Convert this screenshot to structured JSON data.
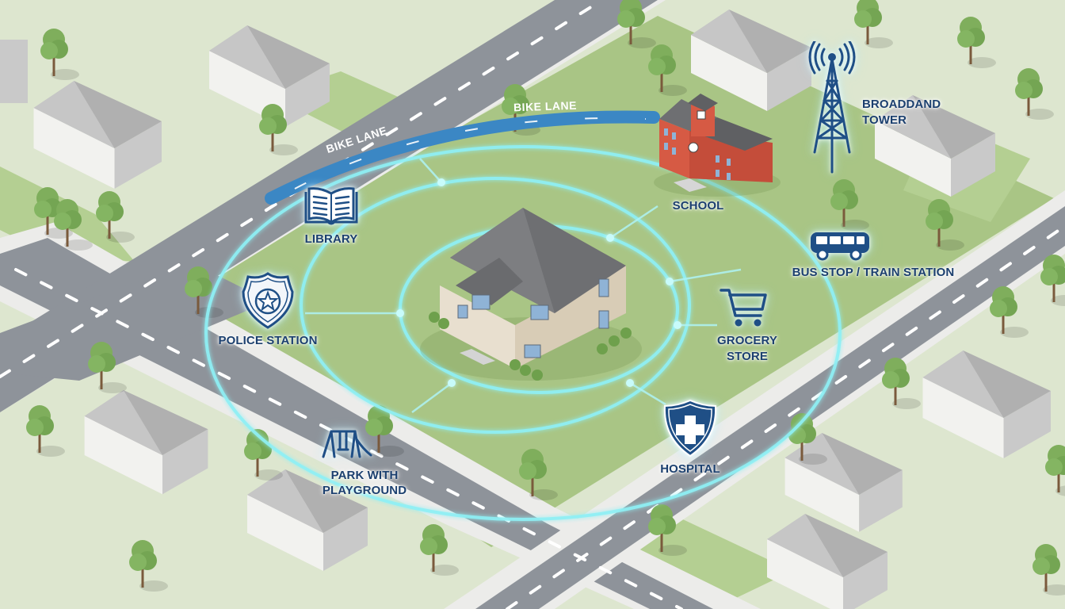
{
  "map": {
    "type": "isometric neighborhood map",
    "center": {
      "label": "",
      "icon": "house-icon"
    },
    "colors": {
      "lawn_light": "#dde6cf",
      "lawn_green": "#a8c583",
      "road": "#8e939a",
      "sidewalk": "#ececea",
      "lane_marking": "#ffffff",
      "radius_ring": "#8ff0f5",
      "bike_lane": "#3b87c4",
      "label_text": "#1b3f6e",
      "icon_fill": "#1f4f86",
      "school_brick": "#d65a44",
      "house_wall": "#e8dfcf",
      "roof": "#6e6f72"
    },
    "bike_lane": {
      "labels": [
        "BIKE LANE",
        "BIKE LANE"
      ]
    },
    "points_of_interest": [
      {
        "id": "library",
        "label": "LIBRARY",
        "icon": "open-book-icon"
      },
      {
        "id": "police",
        "label": "POLICE STATION",
        "icon": "police-badge-icon"
      },
      {
        "id": "park",
        "label_line1": "PARK WITH",
        "label_line2": "PLAYGROUND",
        "icon": "swing-set-icon"
      },
      {
        "id": "school",
        "label": "SCHOOL",
        "icon": "school-building-icon"
      },
      {
        "id": "broadband",
        "label_line1": "BROADDAND",
        "label_line2": "TOWER",
        "icon": "antenna-tower-icon"
      },
      {
        "id": "transit",
        "label": "BUS STOP / TRAIN STATION",
        "icon": "bus-icon"
      },
      {
        "id": "grocery",
        "label_line1": "GROCERY",
        "label_line2": "STORE",
        "icon": "shopping-cart-icon"
      },
      {
        "id": "hospital",
        "label": "HOSPITAL",
        "icon": "medical-shield-icon"
      }
    ]
  }
}
